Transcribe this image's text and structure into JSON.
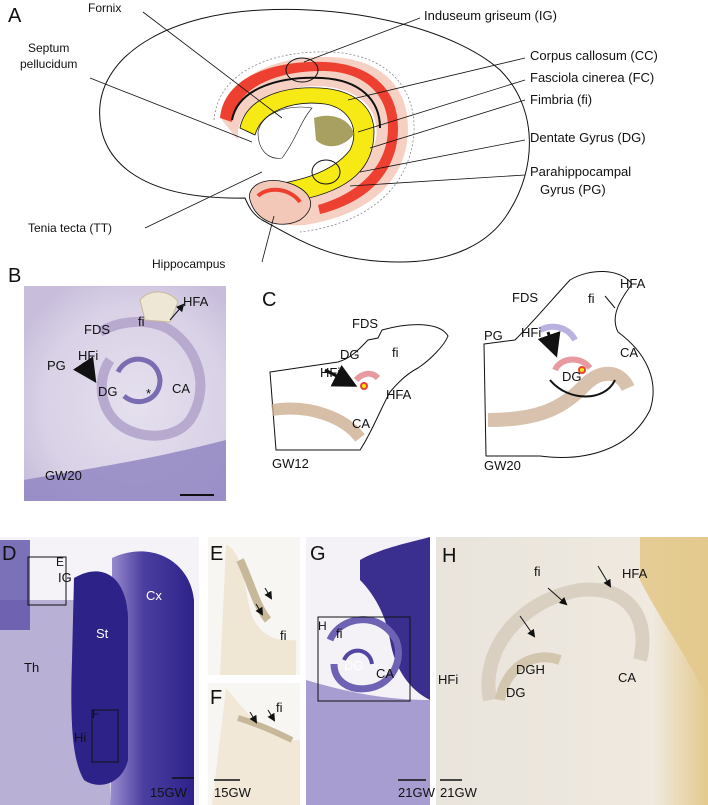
{
  "panelA": {
    "letter": "A",
    "labels": {
      "fornix": "Fornix",
      "septum1": "Septum",
      "septum2": "pellucidum",
      "ig": "Induseum griseum (IG)",
      "cc": "Corpus callosum (CC)",
      "fc": "Fasciola cinerea (FC)",
      "fi": "Fimbria (fi)",
      "dg": "Dentate Gyrus (DG)",
      "pg1": "Parahippocampal",
      "pg2": "Gyrus (PG)",
      "tt": "Tenia tecta (TT)",
      "hippo": "Hippocampus"
    }
  },
  "panelB": {
    "letter": "B",
    "labels": {
      "hfa": "HFA",
      "fi": "fi",
      "fds": "FDS",
      "pg": "PG",
      "hfi": "HFi",
      "dg": "DG",
      "star": "*",
      "ca": "CA",
      "age": "GW20"
    }
  },
  "panelC": {
    "letter": "C",
    "left": {
      "fds": "FDS",
      "dg": "DG",
      "fi": "fi",
      "hfi": "HFi",
      "hfa": "HFA",
      "ca": "CA",
      "age": "GW12"
    },
    "right": {
      "hfa": "HFA",
      "fds": "FDS",
      "fi": "fi",
      "pg": "PG",
      "hfi": "HFi",
      "dg": "DG",
      "ca": "CA",
      "age": "GW20"
    }
  },
  "panelD": {
    "letter": "D",
    "box_e": "E",
    "ig": "IG",
    "cx": "Cx",
    "st": "St",
    "th": "Th",
    "box_f": "F",
    "hi": "Hi",
    "age": "15GW"
  },
  "panelE": {
    "letter": "E",
    "fi": "fi"
  },
  "panelF": {
    "letter": "F",
    "fi": "fi",
    "age": "15GW"
  },
  "panelG": {
    "letter": "G",
    "box_h": "H",
    "fi": "fi",
    "dg": "DG",
    "ca": "CA",
    "age": "21GW"
  },
  "panelH": {
    "letter": "H",
    "fi": "fi",
    "hfa": "HFA",
    "hfi": "HFi",
    "dgh": "DGH",
    "ca": "CA",
    "dg": "DG",
    "age": "21GW"
  },
  "colors": {
    "violet": "#3a2f8f",
    "cresyl": "#b9b0d6",
    "red": "#ee4030",
    "yellow": "#f7ea14",
    "pink": "#f4c8b8",
    "olive": "#a8a060"
  }
}
